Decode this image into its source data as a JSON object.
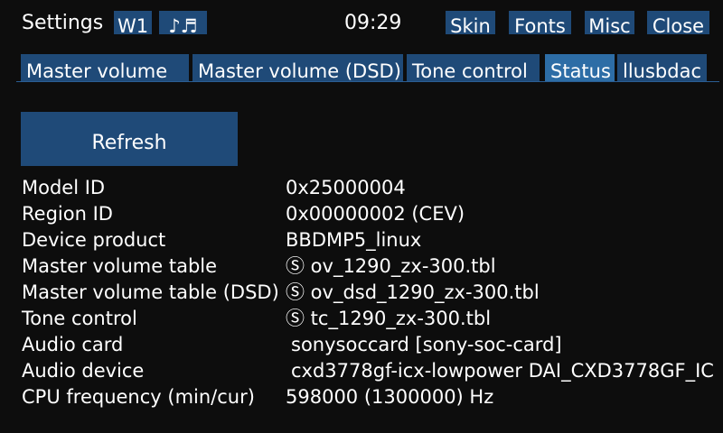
{
  "header": {
    "title": "Settings",
    "chip_w1": "W1",
    "chip_music": "♪♬",
    "time": "09:29",
    "buttons": [
      "Skin",
      "Fonts",
      "Misc",
      "Close"
    ]
  },
  "tabs": [
    {
      "label": "Master volume",
      "active": false
    },
    {
      "label": "Master volume (DSD)",
      "active": false
    },
    {
      "label": "Tone control",
      "active": false
    },
    {
      "label": "Status",
      "active": true
    },
    {
      "label": "llusbdac",
      "active": false
    }
  ],
  "refresh_label": "Refresh",
  "status": [
    {
      "key": "Model ID",
      "value": "0x25000004"
    },
    {
      "key": "Region ID",
      "value": "0x00000002 (CEV)"
    },
    {
      "key": "Device product",
      "value": "BBDMP5_linux"
    },
    {
      "key": "Master volume table",
      "value": "Ⓢ ov_1290_zx-300.tbl"
    },
    {
      "key": "Master volume table (DSD)",
      "value": "Ⓢ ov_dsd_1290_zx-300.tbl"
    },
    {
      "key": "Tone control",
      "value": "Ⓢ tc_1290_zx-300.tbl"
    },
    {
      "key": "Audio card",
      "value": "sonysoccard [sony-soc-card]"
    },
    {
      "key": "Audio device",
      "value": "cxd3778gf-icx-lowpower DAI_CXD3778GF_IC"
    },
    {
      "key": "CPU frequency (min/cur)",
      "value": "598000 (1300000) Hz"
    }
  ],
  "colors": {
    "background": "#0d0d0d",
    "button": "#1f4a78",
    "active_tab": "#2d6da6",
    "text": "#ffffff"
  }
}
